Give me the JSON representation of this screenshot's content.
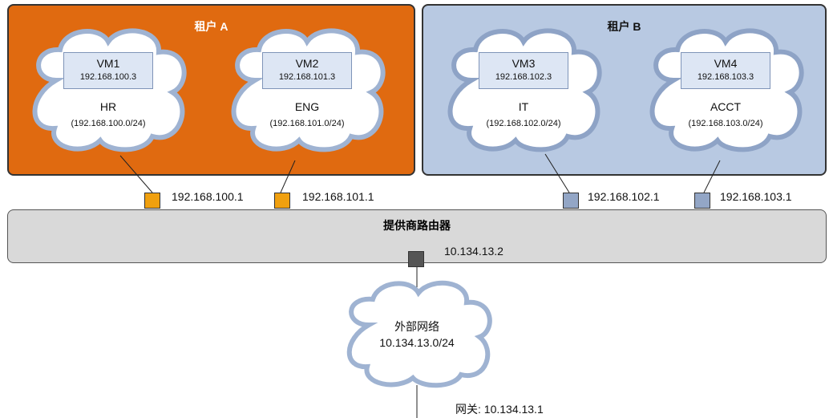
{
  "tenants": [
    {
      "title": "租户 A",
      "fill": "#e06a10",
      "networks": [
        {
          "vm": "VM1",
          "vm_ip": "192.168.100.3",
          "name": "HR",
          "subnet": "(192.168.100.0/24)",
          "port_ip": "192.168.100.1"
        },
        {
          "vm": "VM2",
          "vm_ip": "192.168.101.3",
          "name": "ENG",
          "subnet": "(192.168.101.0/24)",
          "port_ip": "192.168.101.1"
        }
      ]
    },
    {
      "title": "租户 B",
      "fill": "#b8c9e2",
      "networks": [
        {
          "vm": "VM3",
          "vm_ip": "192.168.102.3",
          "name": "IT",
          "subnet": "(192.168.102.0/24)",
          "port_ip": "192.168.102.1"
        },
        {
          "vm": "VM4",
          "vm_ip": "192.168.103.3",
          "name": "ACCT",
          "subnet": "(192.168.103.0/24)",
          "port_ip": "192.168.103.1"
        }
      ]
    }
  ],
  "router": {
    "title": "提供商路由器",
    "external_port_ip": "10.134.13.2",
    "fill": "#d9d9d9"
  },
  "external_network": {
    "name": "外部网络",
    "subnet": "10.134.13.0/24",
    "gateway": "网关: 10.134.13.1"
  },
  "colors": {
    "tenant_a_port": "#f0a00f",
    "tenant_b_port": "#93a6c6",
    "external_port": "#555555"
  }
}
